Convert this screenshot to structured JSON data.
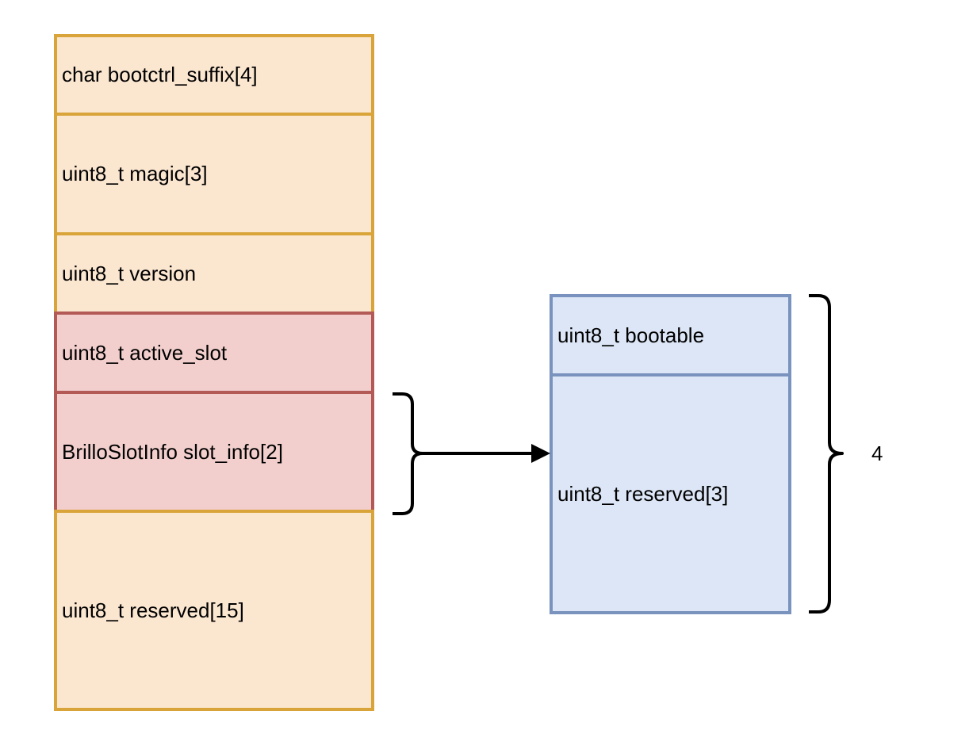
{
  "struct": {
    "fields": [
      "char bootctrl_suffix[4]",
      "uint8_t magic[3]",
      "uint8_t version",
      "uint8_t active_slot",
      "BrilloSlotInfo slot_info[2]",
      "uint8_t reserved[15]"
    ]
  },
  "slot_info": {
    "fields": [
      "uint8_t bootable",
      "uint8_t reserved[3]"
    ],
    "size_label": "4"
  },
  "colors": {
    "orange_fill": "#fbe6d0",
    "orange_stroke": "#d9a53a",
    "red_fill": "#f2cfcd",
    "red_stroke": "#b35a56",
    "blue_fill": "#dce6f6",
    "blue_stroke": "#7a93be"
  }
}
